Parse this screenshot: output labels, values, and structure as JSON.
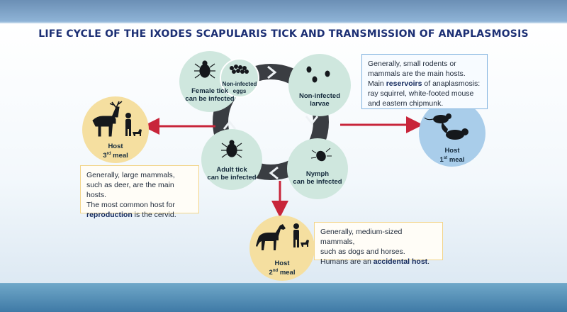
{
  "title": "LIFE CYCLE OF THE IXODES SCAPULARIS TICK AND TRANSMISSION OF ANAPLASMOSIS",
  "stages": {
    "female": {
      "line1": "Female tick",
      "line2": "can be infected"
    },
    "eggs": {
      "line1": "Non-infected",
      "line2": "eggs"
    },
    "larvae": {
      "line1": "Non-infected",
      "line2": "larvae"
    },
    "nymph": {
      "line1": "Nymph",
      "line2": "can be infected"
    },
    "adult": {
      "line1": "Adult tick",
      "line2": "can be infected"
    }
  },
  "hosts": {
    "first": {
      "label": "Host",
      "ordinal": "1",
      "suffix": "st",
      "meal": "meal"
    },
    "second": {
      "label": "Host",
      "ordinal": "2",
      "suffix": "nd",
      "meal": "meal"
    },
    "third": {
      "label": "Host",
      "ordinal": "3",
      "suffix": "rd",
      "meal": "meal"
    }
  },
  "info": {
    "small": {
      "line1": "Generally, small rodents or",
      "line2": "mammals are the main hosts.",
      "line3_pre": "Main ",
      "line3_bold": "reservoirs",
      "line3_post": " of anaplasmosis:",
      "line4": "ray squirrel, white-footed mouse",
      "line5": "and eastern chipmunk."
    },
    "large": {
      "line1": "Generally, large mammals,",
      "line2": "such as deer, are the main hosts.",
      "line3": "The most common host for",
      "line4_bold": "reproduction",
      "line4_post": " is the cervid."
    },
    "medium": {
      "line1": "Generally, medium-sized mammals,",
      "line2": "such as dogs and horses.",
      "line3_pre": "Humans are an ",
      "line3_bold": "accidental host",
      "line3_post": "."
    }
  },
  "colors": {
    "title": "#1c2f74",
    "stage_circle": "#cfe7de",
    "host_circle": "#f5dfa0",
    "rodent_circle": "#a9cdea",
    "ring": "#3a3d42",
    "arrow": "#c8253a"
  },
  "icons": [
    "deer-icon",
    "person-icon",
    "dog-icon",
    "horse-icon",
    "mouse-icon",
    "chipmunk-icon",
    "tick-icon",
    "eggs-icon"
  ]
}
